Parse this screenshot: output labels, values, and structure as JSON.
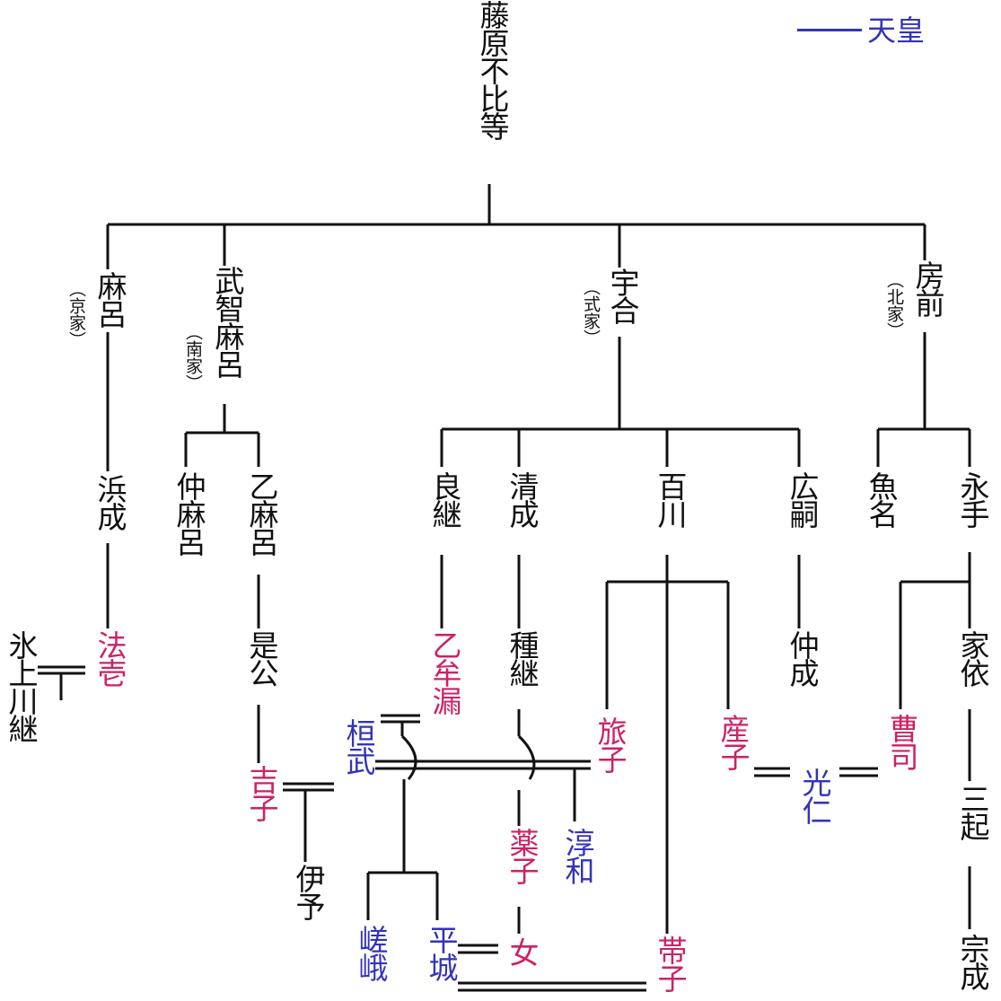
{
  "legend": {
    "label": "天皇",
    "color": "#3333bb"
  },
  "colors": {
    "male": "#111111",
    "female": "#cc2266",
    "emperor": "#3333bb"
  },
  "people": {
    "fuhito": "藤原不比等",
    "maro": "麻呂",
    "maro_house": "（京家）",
    "muchimaro": "武智麻呂",
    "muchimaro_house": "（南家）",
    "umakai": "宇合",
    "umakai_house": "（式家）",
    "fusasaki": "房前",
    "fusasaki_house": "（北家）",
    "hamanari": "浜成",
    "nakamaro": "仲麻呂",
    "otomaro": "乙麻呂",
    "yoshitsugu": "良継",
    "kiyonari": "清成",
    "momokawa": "百川",
    "hirotsugu": "広嗣",
    "uona": "魚名",
    "nagate": "永手",
    "hoichi": "法壱",
    "hikami": "氷上川継",
    "korekimi": "是公",
    "otomuro": "乙牟漏",
    "tanetsugu": "種継",
    "tabiko": "旅子",
    "moroko": "産子",
    "nakanari": "仲成",
    "soshi": "曹司",
    "ieyori": "家依",
    "kanmu": "桓武",
    "yoshiko": "吉子",
    "konin": "光仁",
    "mitsuoki": "三起",
    "iyo": "伊予",
    "kusuriko": "薬子",
    "junna": "淳和",
    "saga": "嵯峨",
    "heizei": "平城",
    "onna": "女",
    "tarashiko": "帯子",
    "munenari": "宗成"
  }
}
